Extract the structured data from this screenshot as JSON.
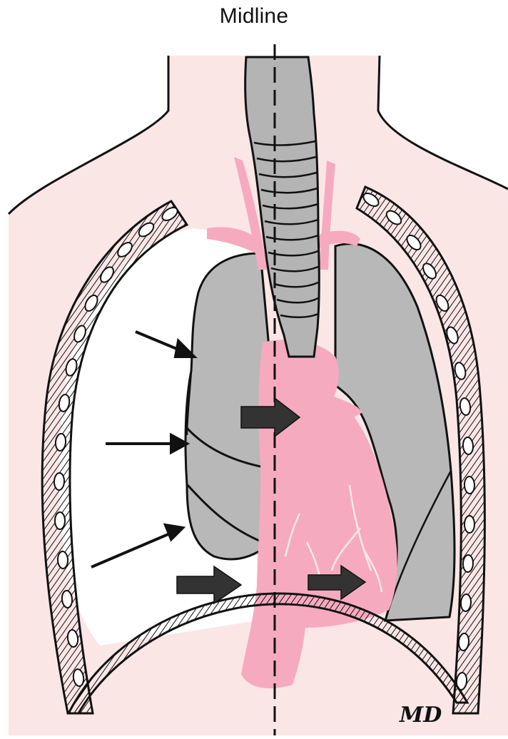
{
  "figure": {
    "title": "Midline",
    "signature": "MD"
  },
  "colors": {
    "skin": "#fbe6e6",
    "lung": "#b8b8b8",
    "mediastinum": "#f6aac0",
    "trachea": "#b4b4b4",
    "ink": "#111111",
    "arrow_fill": "#333333"
  },
  "structures": [
    "neck-and-shoulders",
    "trachea",
    "right-lung-collapsed",
    "left-lung",
    "mediastinum-heart",
    "ribs",
    "diaphragm",
    "midline-axis"
  ],
  "arrows": {
    "thin_count": 3,
    "thick_count": 3
  }
}
